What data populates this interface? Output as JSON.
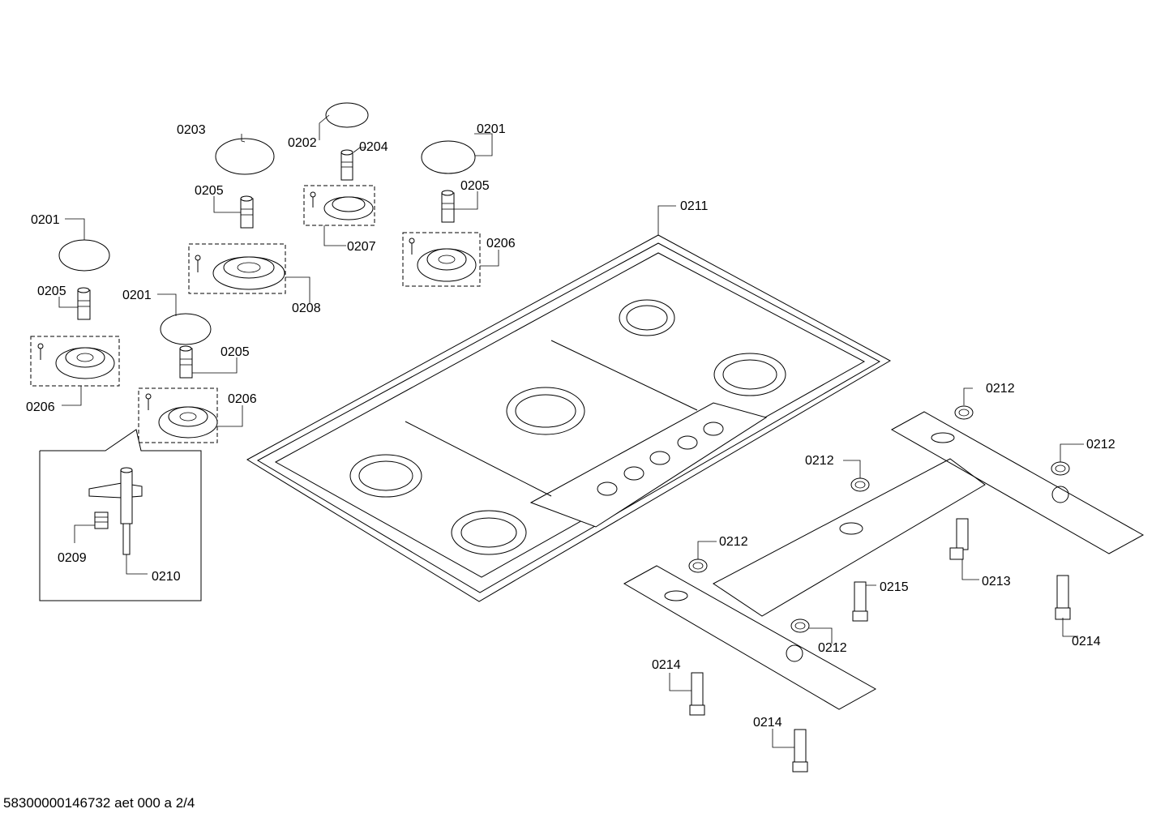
{
  "labels": {
    "l0201a": "0201",
    "l0201b": "0201",
    "l0201c": "0201",
    "l0202": "0202",
    "l0203": "0203",
    "l0204": "0204",
    "l0205a": "0205",
    "l0205b": "0205",
    "l0205c": "0205",
    "l0205d": "0205",
    "l0206a": "0206",
    "l0206b": "0206",
    "l0206c": "0206",
    "l0207": "0207",
    "l0208": "0208",
    "l0209": "0209",
    "l0210": "0210",
    "l0211": "0211",
    "l0212a": "0212",
    "l0212b": "0212",
    "l0212c": "0212",
    "l0212d": "0212",
    "l0212e": "0212",
    "l0213": "0213",
    "l0214a": "0214",
    "l0214b": "0214",
    "l0214c": "0214",
    "l0215": "0215"
  },
  "footer": "58300000146732 aet 000 a 2/4"
}
